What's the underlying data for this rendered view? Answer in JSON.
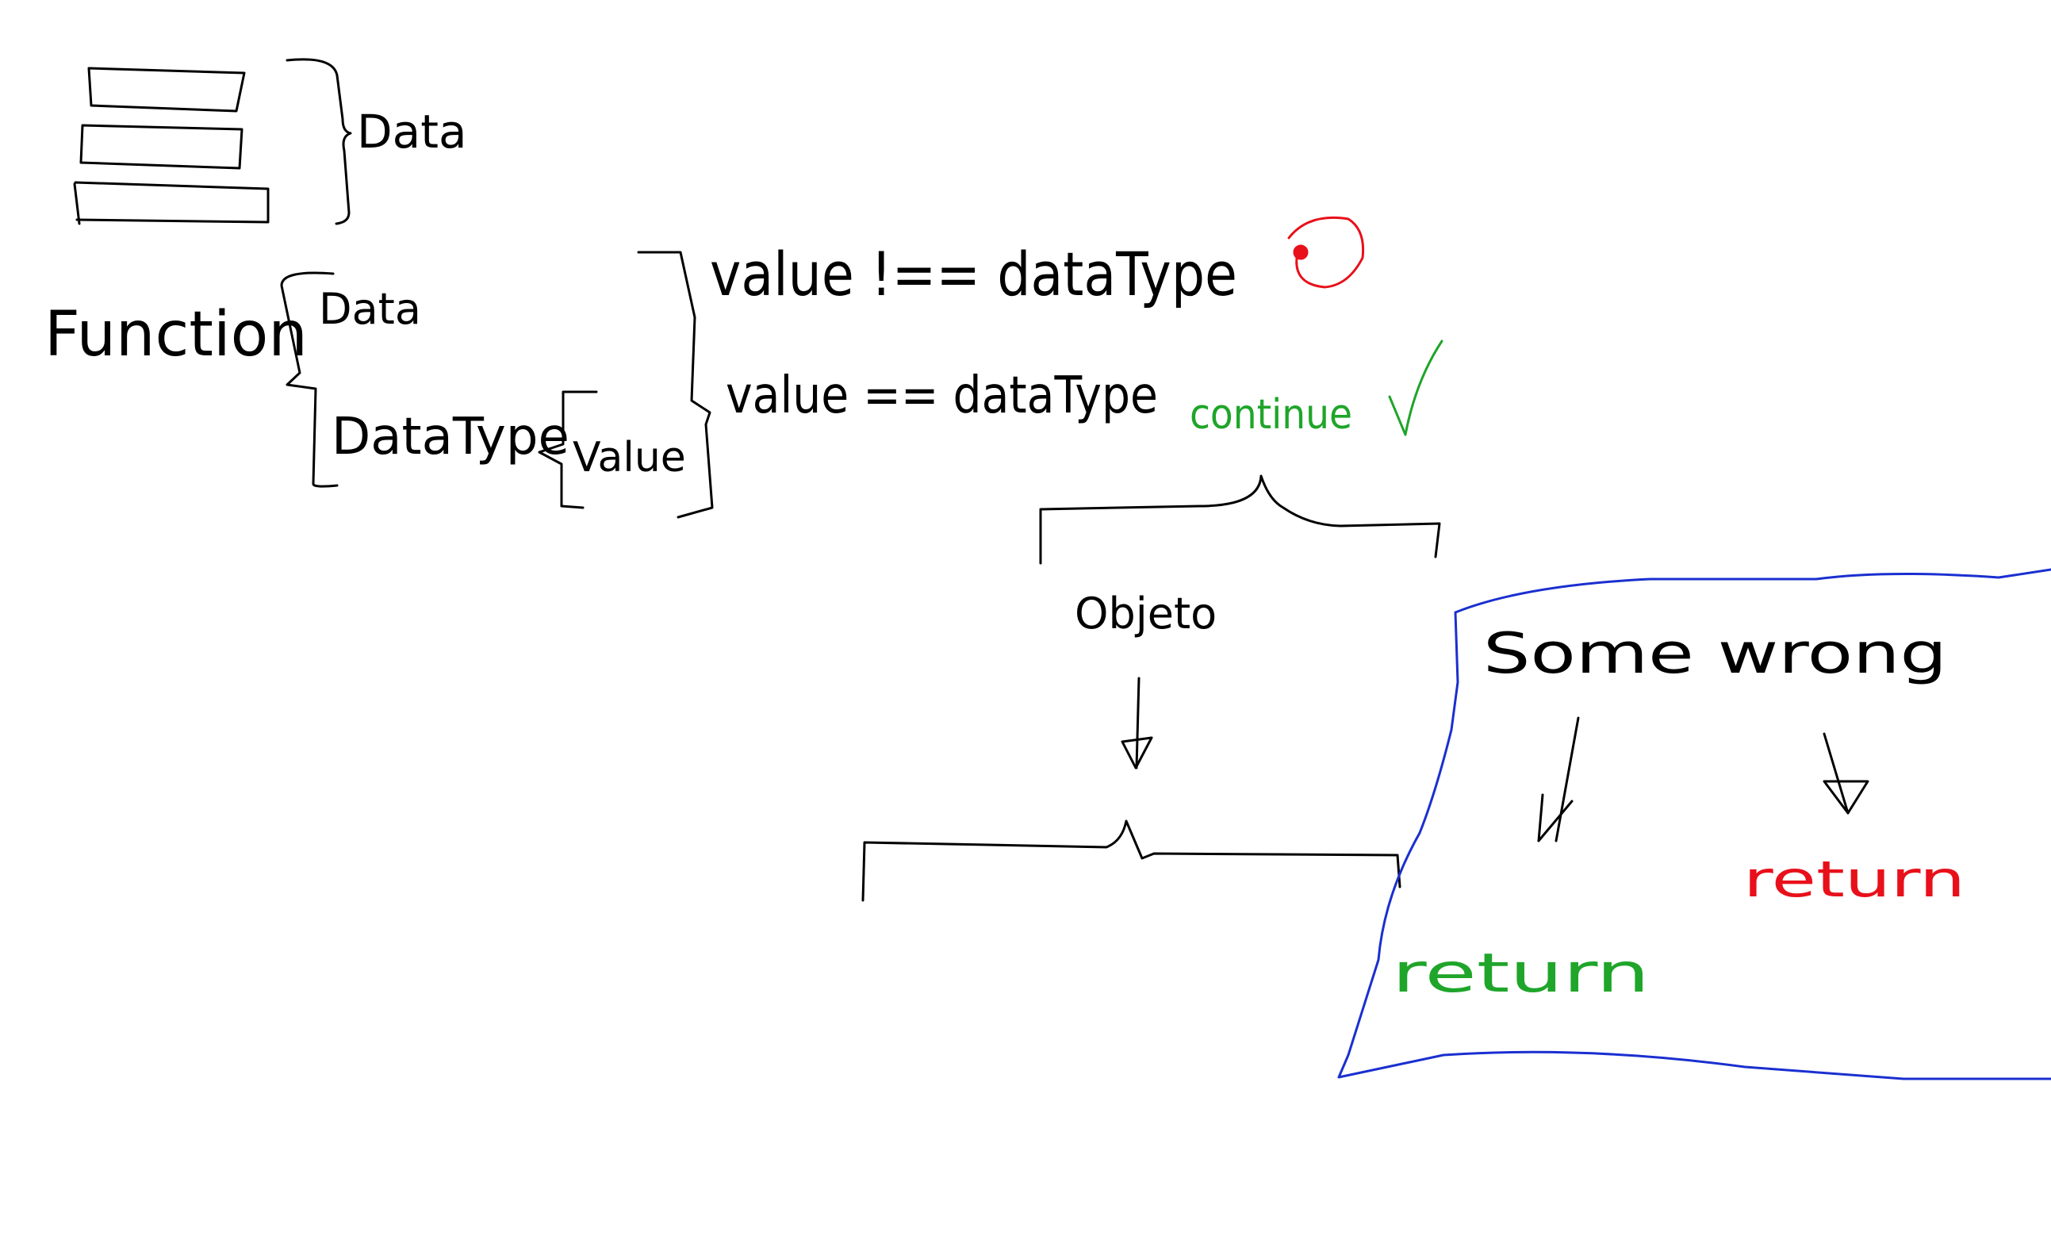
{
  "colors": {
    "ink": "#000000",
    "error": "#e8101a",
    "ok": "#1fa52a",
    "frame": "#1a2fd0",
    "background": "#ffffff"
  },
  "labels": {
    "data_top": "Data",
    "function": "Function",
    "data_fn": "Data",
    "datatype": "DataType",
    "value_small": "Value",
    "value_neq": "value !== dataType",
    "value_eq": "value == dataType",
    "continue": "continue",
    "objeto": "Objeto",
    "some_wrong": "Some wrong",
    "return_left": "return",
    "return_right": "return"
  },
  "icons": {
    "checkmark": "check-icon",
    "error_mark": "error-circle-icon"
  }
}
